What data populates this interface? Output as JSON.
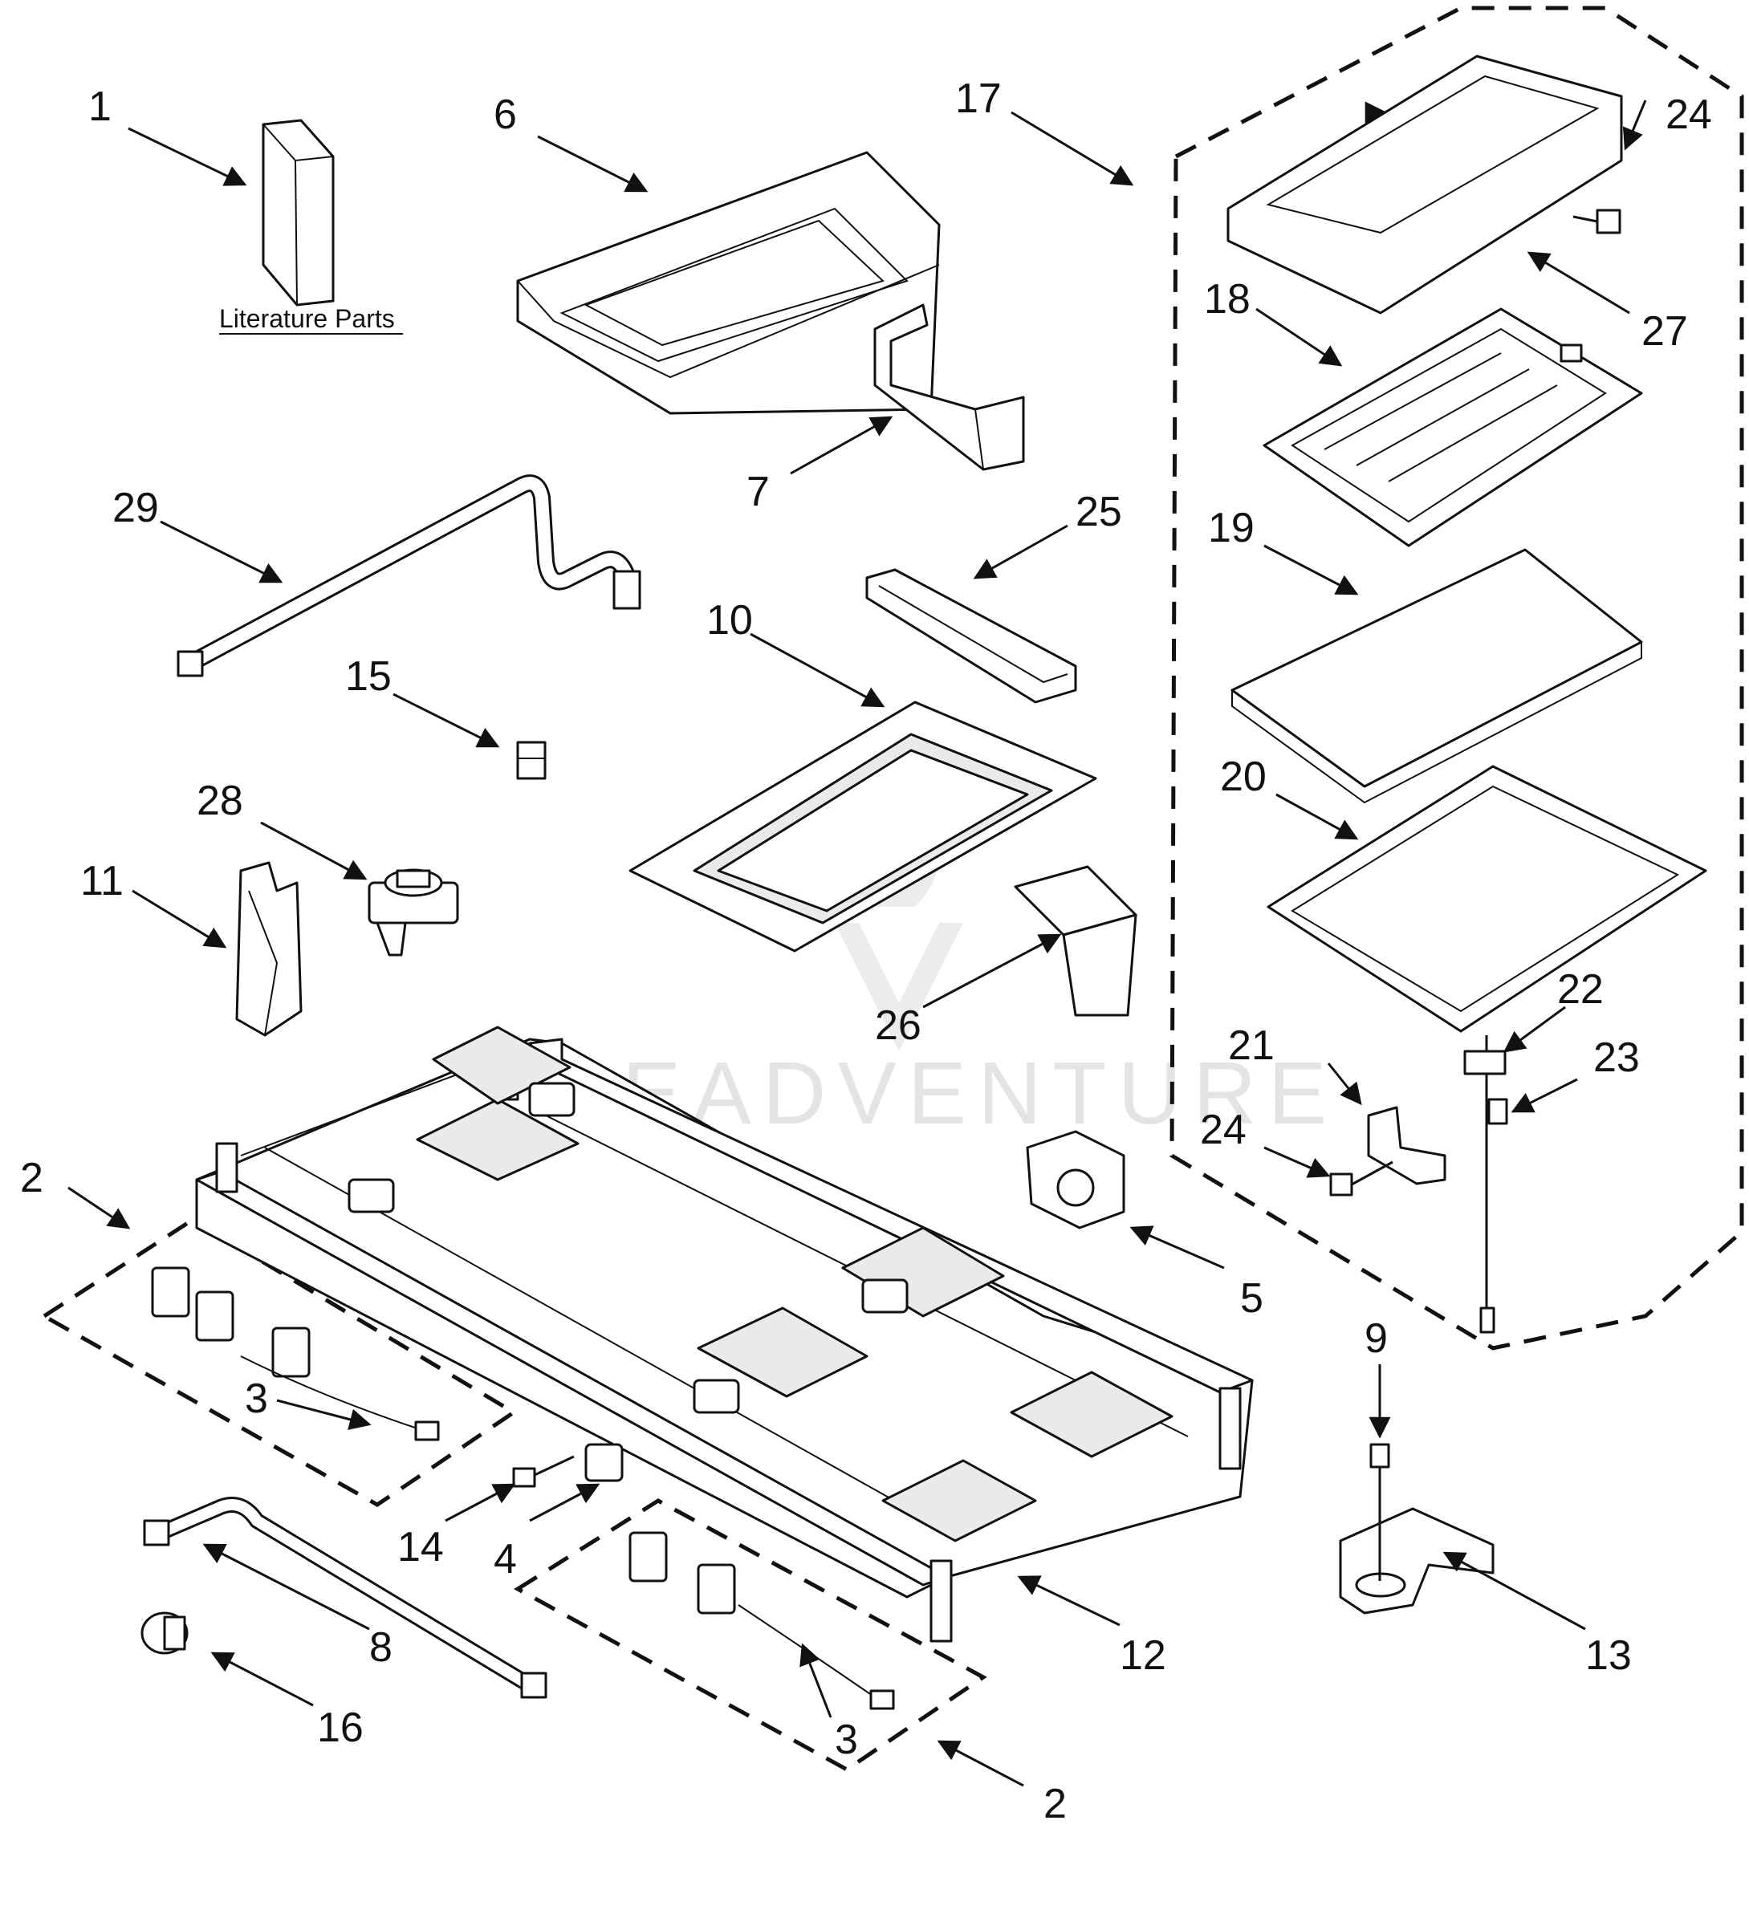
{
  "callouts": {
    "c1": "1",
    "c2a": "2",
    "c2b": "2",
    "c3a": "3",
    "c3b": "3",
    "c4": "4",
    "c5": "5",
    "c6": "6",
    "c7": "7",
    "c8": "8",
    "c9": "9",
    "c10": "10",
    "c11": "11",
    "c12": "12",
    "c13": "13",
    "c14": "14",
    "c15": "15",
    "c16": "16",
    "c17": "17",
    "c18": "18",
    "c19": "19",
    "c20": "20",
    "c21": "21",
    "c22": "22",
    "c23": "23",
    "c24a": "24",
    "c24b": "24",
    "c25": "25",
    "c26": "26",
    "c27": "27",
    "c28": "28",
    "c29": "29"
  },
  "literature_label": "Literature Parts",
  "watermark": "LEADVENTURE"
}
